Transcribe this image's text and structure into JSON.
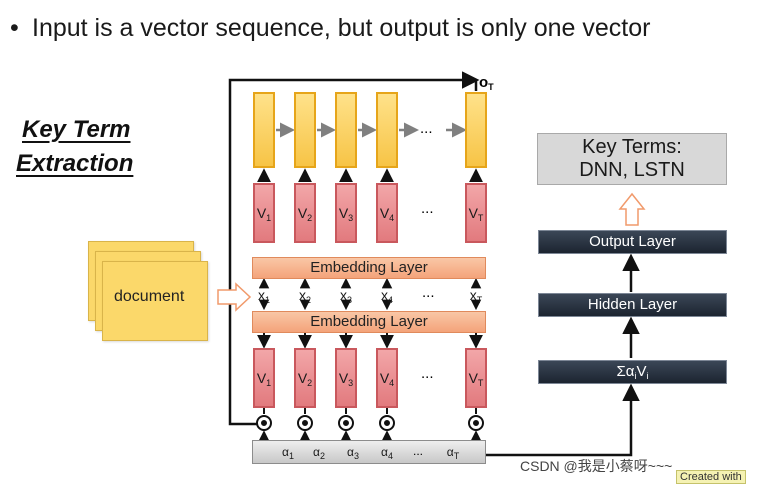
{
  "slide": {
    "bullet_symbol": "•",
    "bullet_text": "Input is a vector sequence, but output is only one vector",
    "key_term_line1": "Key Term",
    "key_term_line2": "Extraction"
  },
  "diagram": {
    "document_label": "document",
    "output_label": "o",
    "output_sub": "T",
    "ellipsis": "...",
    "embedding_top": "Embedding Layer",
    "embedding_bottom": "Embedding Layer",
    "columns": [
      {
        "v": "V",
        "x": "x",
        "a": "α",
        "sub": "1"
      },
      {
        "v": "V",
        "x": "x",
        "a": "α",
        "sub": "2"
      },
      {
        "v": "V",
        "x": "x",
        "a": "α",
        "sub": "3"
      },
      {
        "v": "V",
        "x": "x",
        "a": "α",
        "sub": "4"
      },
      {
        "v": "V",
        "x": "x",
        "a": "α",
        "sub": "T"
      }
    ],
    "sum_label": "Σα",
    "sum_sub_a": "i",
    "sum_v": "V",
    "sum_sub_v": "i",
    "hidden_layer": "Hidden Layer",
    "output_layer": "Output Layer",
    "key_terms_line1": "Key Terms:",
    "key_terms_line2": "DNN, LSTN"
  },
  "watermark": {
    "text": "CSDN @我是小蔡呀~~~",
    "badge": "Created with"
  },
  "colors": {
    "gold": "#f7c446",
    "pink": "#e27a7e",
    "salmon": "#f4a37a",
    "dark": "#1c2430"
  }
}
